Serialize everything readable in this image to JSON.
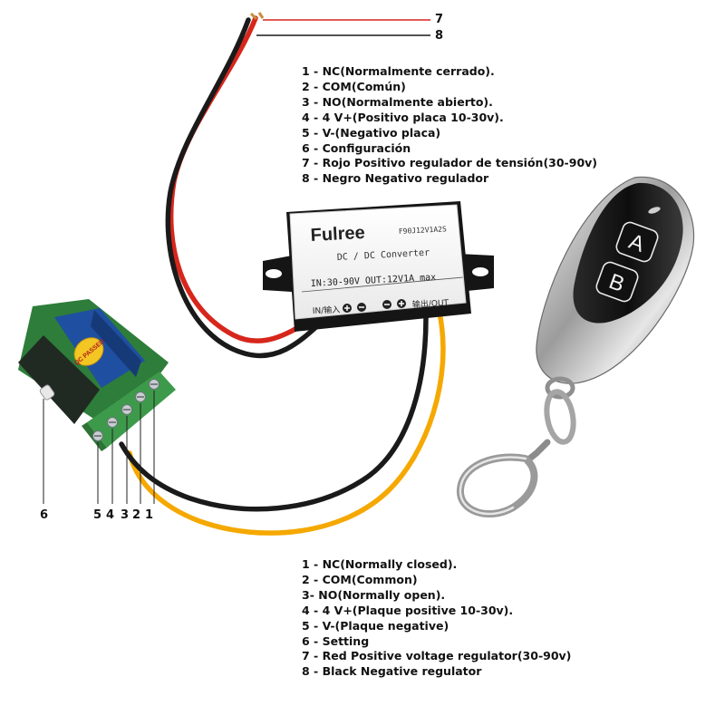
{
  "converter": {
    "brand": "Fulree",
    "model": "F90J12V1A2S",
    "subtitle": "DC / DC Converter",
    "spec": "IN:30-90V  OUT:12V1A  max",
    "in_label": "IN/输入",
    "out_label": "输出/OUT"
  },
  "relay_board": {
    "sticker": "QC PASSED"
  },
  "remote": {
    "button_a": "A",
    "button_b": "B"
  },
  "callouts": {
    "wire_red": "7",
    "wire_black": "8",
    "setting": "6",
    "terminals": [
      "5",
      "4",
      "3",
      "2",
      "1"
    ]
  },
  "legend_es": [
    "1 - NC(Normalmente cerrado).",
    "2 - COM(Común)",
    "3 - NO(Normalmente abierto).",
    "4 - 4 V+(Positivo placa 10-30v).",
    "5 - V-(Negativo placa)",
    "6 - Configuración",
    "7 - Rojo Positivo regulador de tensión(30-90v)",
    "8 - Negro Negativo regulador"
  ],
  "legend_en": [
    "1 - NC(Normally closed).",
    "2 - COM(Common)",
    "3- NO(Normally open).",
    "4 - 4 V+(Plaque positive 10-30v).",
    "5 - V-(Plaque negative)",
    "6 - Setting",
    "7 - Red Positive voltage regulator(30-90v)",
    "8 - Black Negative regulator"
  ],
  "colors": {
    "wire_red": "#d7261c",
    "wire_black": "#1a1a1a",
    "wire_yellow": "#f5a800",
    "terminal_block": "#3d9a4a",
    "pcb": "#2e7d3a",
    "relay": "#1f4fa0",
    "converter_body": "#151515"
  }
}
